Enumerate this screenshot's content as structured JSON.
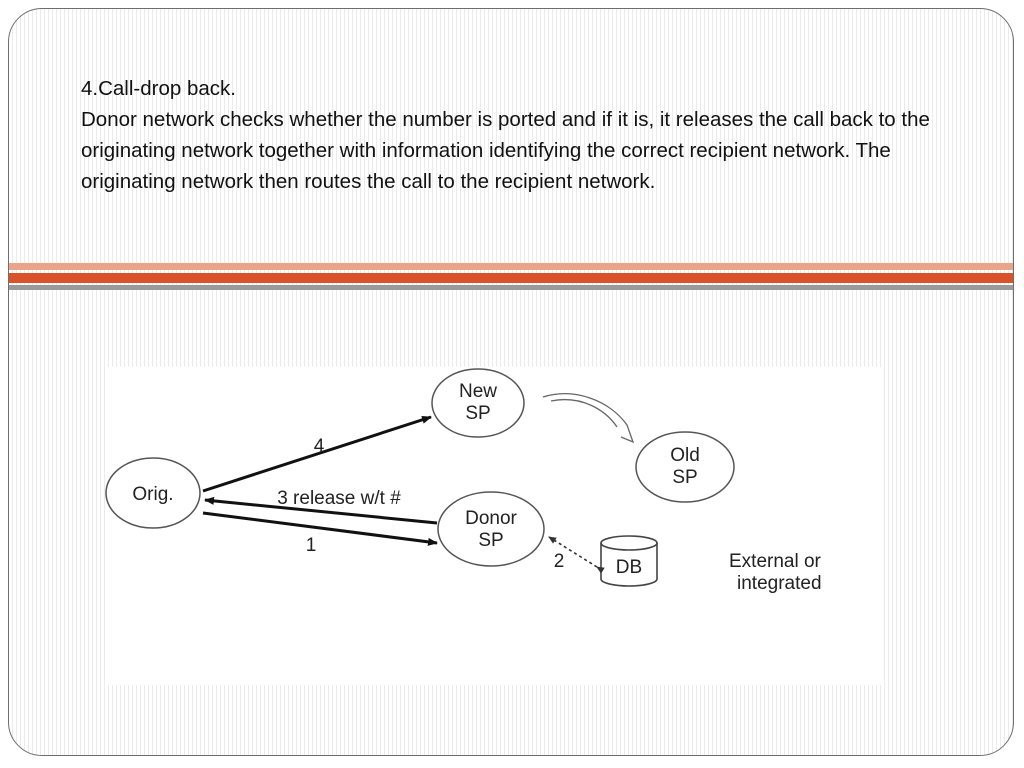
{
  "slide": {
    "heading": "4.Call-drop back.",
    "body": "Donor network checks whether the number is ported and if it is, it releases the call back to the originating network together with information identifying the correct recipient network. The originating network then routes the call to the recipient network."
  },
  "diagram": {
    "nodes": {
      "orig": "Orig.",
      "new_sp_line1": "New",
      "new_sp_line2": "SP",
      "old_sp_line1": "Old",
      "old_sp_line2": "SP",
      "donor_sp_line1": "Donor",
      "donor_sp_line2": "SP",
      "db": "DB"
    },
    "edges": {
      "step1": "1",
      "step2": "2",
      "step3": "3 release w/t #",
      "step4": "4"
    },
    "note": {
      "line1": "External or",
      "line2": "integrated"
    }
  }
}
